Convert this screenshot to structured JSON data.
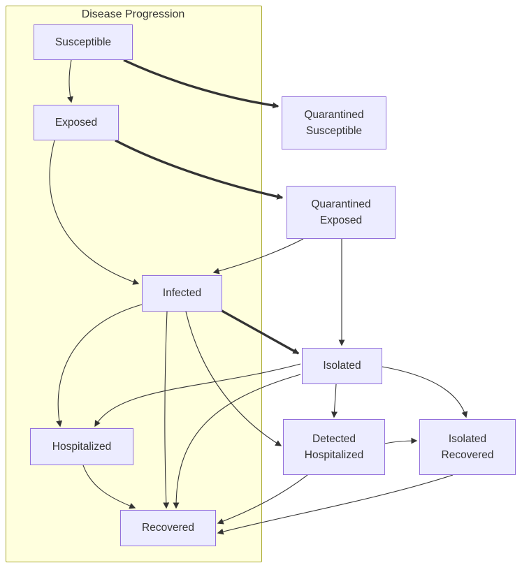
{
  "diagram": {
    "type": "flowchart",
    "subgraph": {
      "title": "Disease Progression"
    },
    "nodes": {
      "susceptible": {
        "label": "Susceptible",
        "in_subgraph": true
      },
      "exposed": {
        "label": "Exposed",
        "in_subgraph": true
      },
      "infected": {
        "label": "Infected",
        "in_subgraph": true
      },
      "hospitalized": {
        "label": "Hospitalized",
        "in_subgraph": true
      },
      "recovered": {
        "label": "Recovered",
        "in_subgraph": true
      },
      "quarantined_susceptible": {
        "label": "Quarantined Susceptible",
        "in_subgraph": false
      },
      "quarantined_exposed": {
        "label": "Quarantined Exposed",
        "in_subgraph": false
      },
      "isolated": {
        "label": "Isolated",
        "in_subgraph": false
      },
      "detected_hospitalized": {
        "label": "Detected Hospitalized",
        "in_subgraph": false
      },
      "isolated_recovered": {
        "label": "Isolated Recovered",
        "in_subgraph": false
      }
    },
    "edges": [
      {
        "from": "Susceptible",
        "to": "Exposed",
        "style": "normal"
      },
      {
        "from": "Susceptible",
        "to": "Quarantined Susceptible",
        "style": "thick"
      },
      {
        "from": "Exposed",
        "to": "Quarantined Exposed",
        "style": "thick"
      },
      {
        "from": "Exposed",
        "to": "Infected",
        "style": "normal"
      },
      {
        "from": "Quarantined Exposed",
        "to": "Infected",
        "style": "normal"
      },
      {
        "from": "Quarantined Exposed",
        "to": "Isolated",
        "style": "normal"
      },
      {
        "from": "Infected",
        "to": "Isolated",
        "style": "thick"
      },
      {
        "from": "Infected",
        "to": "Hospitalized",
        "style": "normal"
      },
      {
        "from": "Infected",
        "to": "Recovered",
        "style": "normal"
      },
      {
        "from": "Infected",
        "to": "Detected Hospitalized",
        "style": "normal"
      },
      {
        "from": "Isolated",
        "to": "Hospitalized",
        "style": "normal"
      },
      {
        "from": "Isolated",
        "to": "Detected Hospitalized",
        "style": "normal"
      },
      {
        "from": "Isolated",
        "to": "Isolated Recovered",
        "style": "normal"
      },
      {
        "from": "Isolated",
        "to": "Recovered",
        "style": "normal"
      },
      {
        "from": "Hospitalized",
        "to": "Recovered",
        "style": "normal"
      },
      {
        "from": "Detected Hospitalized",
        "to": "Isolated Recovered",
        "style": "normal"
      },
      {
        "from": "Detected Hospitalized",
        "to": "Recovered",
        "style": "normal"
      },
      {
        "from": "Isolated Recovered",
        "to": "Recovered",
        "style": "normal"
      }
    ],
    "colors": {
      "node_fill": "#ECECFF",
      "node_border": "#9370DB",
      "subgraph_fill": "#FFFFDE",
      "subgraph_border": "#AAAA33",
      "edge": "#333333",
      "text": "#333333"
    }
  }
}
